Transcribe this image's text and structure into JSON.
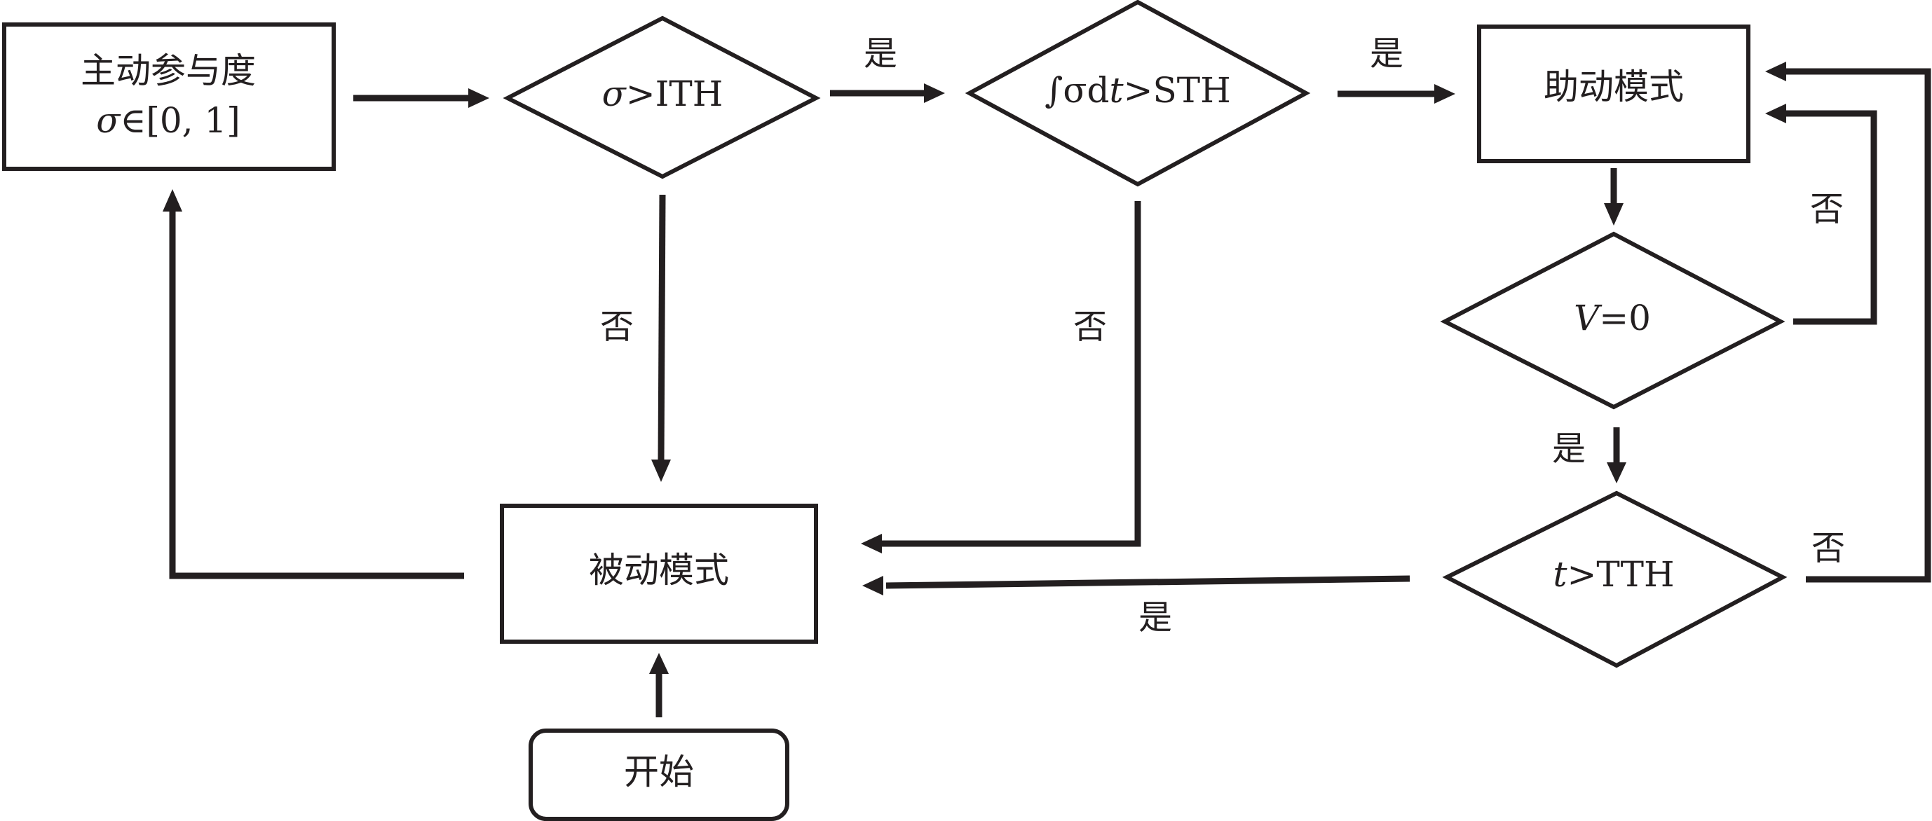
{
  "nodes": {
    "engagement": {
      "line1": "主动参与度",
      "line2_sym": "σ",
      "line2_rest": "∈[0, 1]"
    },
    "ith": {
      "sym": "σ",
      "rest": ">ITH"
    },
    "sth": {
      "pre": "∫σd",
      "var": "t",
      "rest": ">STH"
    },
    "assist": {
      "label": "助动模式"
    },
    "v0": {
      "var": "V",
      "rest": "=0"
    },
    "tth": {
      "var": "t",
      "rest": ">TTH"
    },
    "passive": {
      "label": "被动模式"
    },
    "start": {
      "label": "开始"
    }
  },
  "edge_labels": {
    "ith_yes": "是",
    "ith_no": "否",
    "sth_yes": "是",
    "sth_no": "否",
    "v0_no": "否",
    "v0_yes": "是",
    "tth_no": "否",
    "tth_yes": "是"
  },
  "colors": {
    "stroke": "#231f20",
    "background": "#ffffff"
  }
}
